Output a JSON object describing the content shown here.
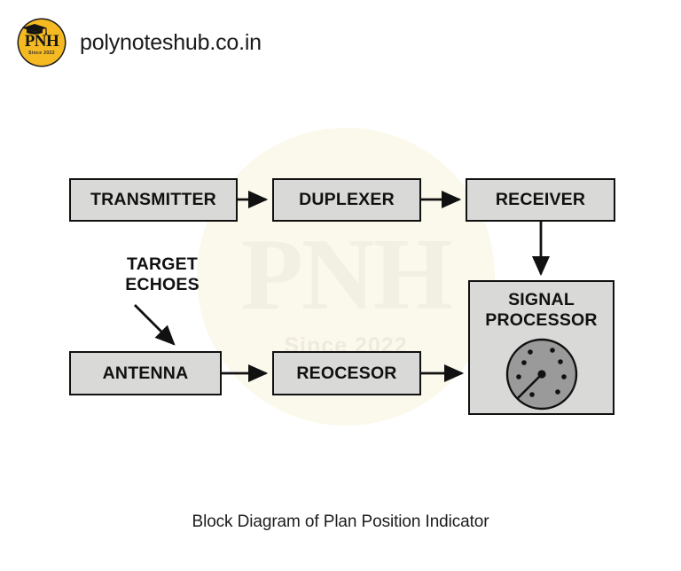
{
  "site": {
    "logo": {
      "monogram": "PNH",
      "tagline": "Since 2022",
      "icon": "graduation-cap-icon",
      "disc_color": "#f5b921"
    },
    "domain_text": "polynoteshub.co.in"
  },
  "watermark": {
    "monogram": "PNH",
    "tagline": "Since 2022",
    "disc_color": "#fbf8ec",
    "text_color": "#f2efe3"
  },
  "diagram": {
    "caption": "Block Diagram of Plan Position Indicator",
    "annotation": {
      "line1": "TARGET",
      "line2": "ECHOES"
    },
    "blocks": [
      {
        "id": "transmitter",
        "label": "TRANSMITTER"
      },
      {
        "id": "duplexer",
        "label": "DUPLEXER"
      },
      {
        "id": "receiver",
        "label": "RECEIVER"
      },
      {
        "id": "antenna",
        "label": "ANTENNA"
      },
      {
        "id": "reocesor",
        "label": "REOCESOR"
      },
      {
        "id": "signal-processor",
        "label": "SIGNAL PROCESSOR"
      }
    ],
    "block_style": {
      "fill": "#d9d9d7",
      "stroke": "#111111"
    },
    "radar_scope": {
      "fill": "#9a9a9a",
      "stroke": "#111111",
      "sweep_angle_deg": 215,
      "blip_count": 8
    },
    "connections": [
      {
        "from": "transmitter",
        "to": "duplexer",
        "direction": "right"
      },
      {
        "from": "duplexer",
        "to": "receiver",
        "direction": "right"
      },
      {
        "from": "receiver",
        "to": "signal-processor",
        "direction": "down"
      },
      {
        "from": "target-echoes",
        "to": "antenna",
        "direction": "diagonal-down-right"
      },
      {
        "from": "antenna",
        "to": "reocesor",
        "direction": "right"
      },
      {
        "from": "reocesor",
        "to": "signal-processor",
        "direction": "right"
      }
    ]
  }
}
